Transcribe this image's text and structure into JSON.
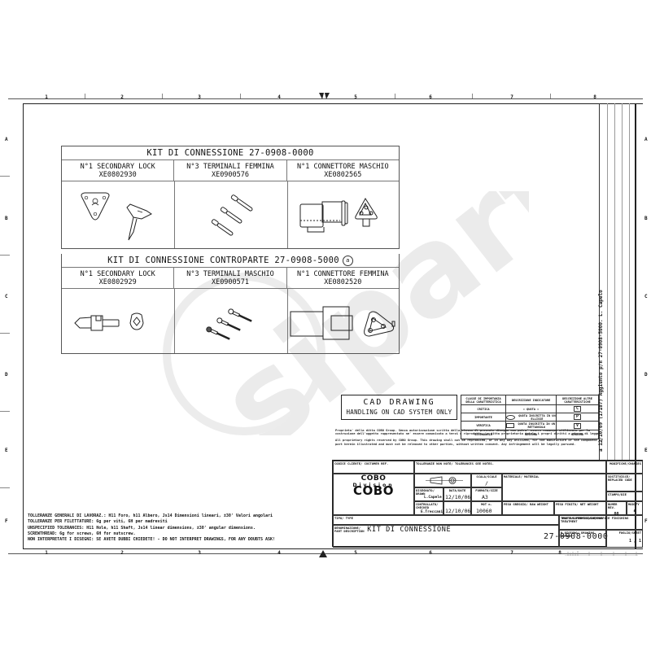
{
  "sheet": {
    "column_zones": [
      "1",
      "2",
      "3",
      "4",
      "5",
      "6",
      "7",
      "8"
    ],
    "row_zones": [
      "A",
      "B",
      "C",
      "D",
      "E",
      "F"
    ]
  },
  "kit1": {
    "title": "KIT DI CONNESSIONE 27-0908-0000",
    "items": [
      {
        "qty_name": "N°1 SECONDARY LOCK",
        "code": "XE0802930"
      },
      {
        "qty_name": "N°3 TERMINALI FEMMINA",
        "code": "XE0900576"
      },
      {
        "qty_name": "N°1 CONNETTORE MASCHIO",
        "code": "XE0802565"
      }
    ]
  },
  "kit2": {
    "title": "KIT DI CONNESSIONE CONTROPARTE 27-0908-5000",
    "revision_mark": "a",
    "items": [
      {
        "qty_name": "N°1 SECONDARY LOCK",
        "code": "XE0802929"
      },
      {
        "qty_name": "N°3 TERMINALI MASCHIO",
        "code": "XE0900571"
      },
      {
        "qty_name": "N°1 CONNETTORE FEMMINA",
        "code": "XE0802520"
      }
    ]
  },
  "cad_box": {
    "line1": "CAD DRAWING",
    "line2": "HANDLING ON CAD SYSTEM ONLY"
  },
  "legend": {
    "headers": [
      "CLASSE DI IMPORTANZA DELLA CARATTERISTICA",
      "DESCRIZIONE INDICATORE",
      "DESCRIZIONE ALTRE CARATTERISTICHE"
    ],
    "rows": [
      {
        "class": "CRITICA",
        "indicator": "« QUOTA »",
        "other": "C"
      },
      {
        "class": "IMPORTANTE",
        "indicator": "QUOTA INSCRITTA IN UN ELLISSE",
        "other": "P"
      },
      {
        "class": "VERIFICA",
        "indicator": "QUOTA INSCRITTA IN UN RETTANGOLO",
        "other": "V"
      },
      {
        "class": "SECONDARIA",
        "indicator": "NESSUNA",
        "other": "NESSUNA"
      }
    ]
  },
  "legal": {
    "italian": "Proprieta' della ditta COBO Group. Senza autorizzazione scritta della stessa il presente disegno non potra' essere comunque utilizzato per la costruzione dell'oggetto rappresentato ne' essere comunicato a terzi o riprodotto. La ditta proprietaria tutela i propri diritti a rigore di legge.",
    "english": "All proprietary rights reserved by COBO Group. This drawing shall not be reproduced, or in any way utilized, for the manufacture of the component or part herein illustrated and must not be released to other parties, without written consent. Any infringement will be legally pursued."
  },
  "title_block": {
    "customer_ref_label": "CODICE CLIENTE/ CUSTOMER REF.",
    "tolerances_label": "TOLLERANZE NON NOTE/ TOLERANCES SEE NOTES.",
    "logo_top": "COBO",
    "logo_division": "Division",
    "logo_main": "COBO",
    "drawn_label": "DISEGNATO/ DRAWN",
    "drawn_by": "L.Capele",
    "date_label": "DATA/DATE",
    "drawn_date": "12/10/06",
    "checked_label": "CONTROLLATO/ CHECKED",
    "checked_by": "E.Treccani",
    "checked_date": "12/10/06",
    "scale_label": "SCALA/SCALE",
    "scale_value": "/",
    "format_label": "FORMATO/SIZE",
    "format_value": "A3",
    "mot_label": "MOT n.",
    "mot_value": "10060",
    "material_label": "MATERIALE/ MATERIAL",
    "raw_weight_label": "PESO GREGGIO/ RAW WEIGHT",
    "net_weight_label": "PESO FINITO/ NET WEIGHT",
    "thermal_label": "TRATTAM.TERMICO/THERMAL TREATMENT",
    "surface_label": "TRATT.SUPERFICIALE/SURFACE FINISHING",
    "type_label": "TIPO/ TYPE",
    "description_label": "DENOMINAZIONE/ PART DESCRIPTION",
    "description": "KIT DI CONNESSIONE",
    "drawing_number_label": "N.DISEGNO/ DRAWING NUMBER",
    "drawing_number": "27-0908-0000",
    "modifications_label": "MODIFICHE/CHANGES",
    "replaced_label": "SOSTITUISCE/ REPLACED CODE",
    "stamp_label": "STAMPO/DIE",
    "rev_label": "NUMER REV.",
    "rev_value": "00",
    "modify_label": "MODIFY",
    "modify_value": "a",
    "sheet_label": "FOGLIO/SHEET",
    "sheet_value": "1 / 1"
  },
  "revision_history": {
    "entry": "a  12/10/09  (17107) Aggiunto p/n 27-0908-5000. L. Capelo"
  },
  "notes": [
    "TOLLERANZE GENERALI DI LAVORAZ.: H11 Foro, h11 Albero, Js14 Dimensioni lineari, ±30' Valori angolari",
    "TOLLERANZE PER FILETTATURE: 6g per viti, 6H per madreviti",
    "UNSPECIFIED TOLERANCES: H11 Hole, h11 Shaft, Js14 linear dimensions, ±30' angular dimensions.",
    "SCREWTHREAD: 6g for screws, 6H for nutscrew.",
    "NON INTERPRETATE I DISEGNI: SE AVETE DUBBI CHIEDETE! - DO NOT INTERPRET DRAWINGS, FOR ANY DOUBTS ASK!"
  ],
  "watermark": {
    "text": "siparts",
    "color": "#e8e8e8"
  }
}
